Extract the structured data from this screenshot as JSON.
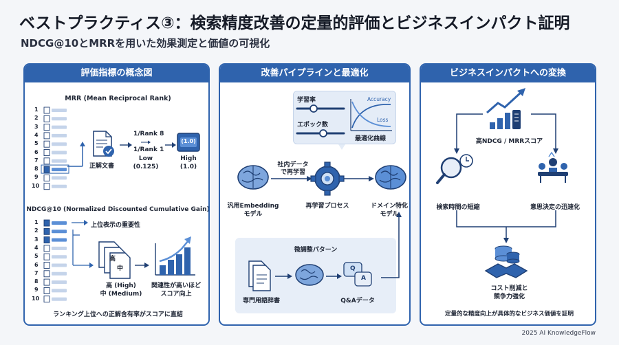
{
  "title": "ベストプラクティス③：検索精度改善の定量的評価とビジネスインパクト証明",
  "subtitle": "NDCG@10とMRRを用いた効果測定と価値の可視化",
  "panels": {
    "metrics": {
      "header": "評価指標の概念図",
      "mrr_title": "MRR (Mean Reciprocal Rank)",
      "rank_numbers": [
        "1",
        "2",
        "3",
        "4",
        "5",
        "6",
        "7",
        "8",
        "9",
        "10"
      ],
      "correct_doc": "正解文書",
      "rank8": "1/Rank 8",
      "rank1": "1/Rank 1",
      "low": "Low",
      "low_value": "(0.125)",
      "high": "High",
      "high_value": "(1.0)",
      "score_box": "(1.0)",
      "ndcg_title": "NDCG@10 (Normalized Discounted Cumulative Gain)",
      "top_importance": "上位表示の重要性",
      "doc_high": "高",
      "doc_mid": "中",
      "high_label": "高 (High)",
      "mid_label": "中 (Medium)",
      "relevance_note_1": "関連性が高いほど",
      "relevance_note_2": "スコア向上",
      "footer_note": "ランキング上位への正解含有率がスコアに直結"
    },
    "pipeline": {
      "header": "改善パイプラインと最適化",
      "learning_rate": "学習率",
      "epochs": "エポック数",
      "accuracy": "Accuracy",
      "loss": "Loss",
      "curve_label": "最適化曲線",
      "internal_data_1": "社内データ",
      "internal_data_2": "で再学習",
      "base_model_1": "汎用Embedding",
      "base_model_2": "モデル",
      "retrain_process": "再学習プロセス",
      "domain_model_1": "ドメイン特化",
      "domain_model_2": "モデル",
      "finetune_title": "微調整パターン",
      "glossary": "専門用語辞書",
      "qa_data": "Q&Aデータ",
      "qa_q": "Q",
      "qa_a": "A"
    },
    "impact": {
      "header": "ビジネスインパクトへの変換",
      "score_label": "高NDCG / MRRスコア",
      "search_time": "検索時間の短縮",
      "decision_speed": "意思決定の迅速化",
      "cost_1": "コスト削減と",
      "cost_2": "競争力強化",
      "footer_note": "定量的な精度向上が具体的なビジネス価値を証明"
    }
  },
  "footer": "2025 AI KnowledgeFlow",
  "colors": {
    "primary": "#2f63ad",
    "navy": "#1f3f73",
    "light": "#e7eef8",
    "accent": "#5b8fd6"
  }
}
